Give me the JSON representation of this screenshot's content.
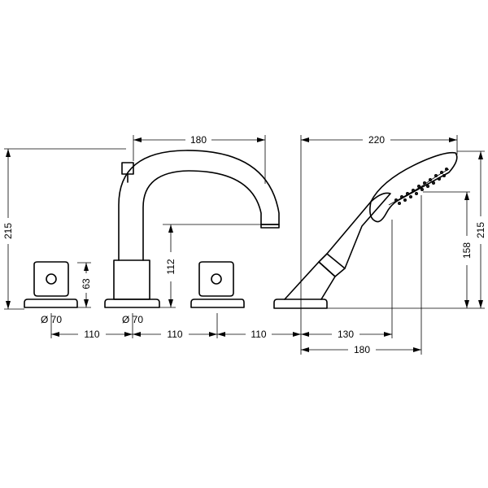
{
  "dimensions": {
    "spout_reach": "180",
    "handshower_width": "220",
    "overall_height_left": "215",
    "overall_height_right": "215",
    "handshower_height": "158",
    "spout_height": "112",
    "handle_height": "63",
    "diameter_left": "Ø 70",
    "diameter_center": "Ø 70",
    "spacing_1": "110",
    "spacing_2": "110",
    "spacing_3": "110",
    "handshower_offset_1": "130",
    "handshower_offset_2": "180"
  }
}
